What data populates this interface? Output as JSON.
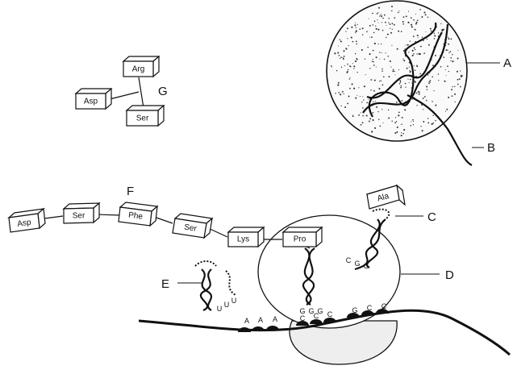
{
  "amino_acids": {
    "g_chain": [
      "Arg",
      "Asp",
      "Ser"
    ],
    "f_chain": [
      "Asp",
      "Ser",
      "Phe",
      "Ser",
      "Lys",
      "Pro"
    ],
    "trna_c": "Ala"
  },
  "callouts": {
    "a": "A",
    "b": "B",
    "c": "C",
    "d": "D",
    "e": "E",
    "f": "F",
    "g": "G"
  },
  "bases": {
    "mrna_a": [
      "A",
      "A",
      "A"
    ],
    "mrna_gcc": [
      "G",
      "C",
      "C"
    ],
    "anticodon_ggg": [
      "G",
      "G",
      "G"
    ],
    "anticodon_ccc": [
      "C",
      "C",
      "C"
    ],
    "trna_c_cgg": [
      "C",
      "G",
      "G"
    ],
    "trna_e_uuu": [
      "U",
      "U",
      "U"
    ]
  }
}
